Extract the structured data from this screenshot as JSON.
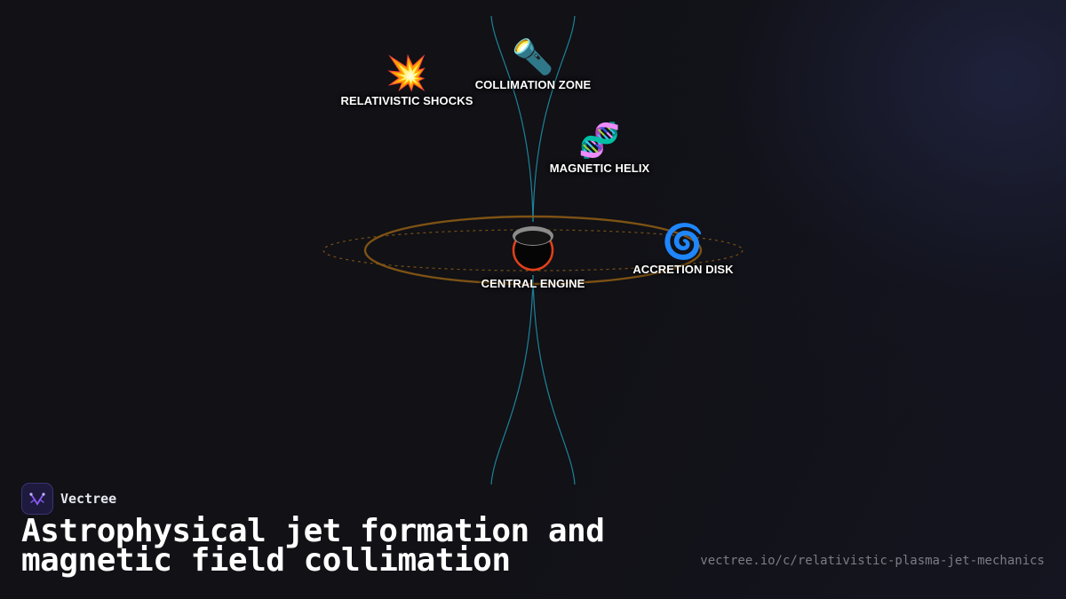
{
  "diagram": {
    "nodes": [
      {
        "id": "relativistic-shocks",
        "label": "RELATIVISTIC SHOCKS",
        "icon": "collision-icon",
        "glyph": "💥"
      },
      {
        "id": "collimation-zone",
        "label": "COLLIMATION ZONE",
        "icon": "flashlight-icon",
        "glyph": "🔦"
      },
      {
        "id": "magnetic-helix",
        "label": "MAGNETIC HELIX",
        "icon": "dna-icon",
        "glyph": "🧬"
      },
      {
        "id": "central-engine",
        "label": "CENTRAL ENGINE",
        "icon": "black-hole-icon",
        "glyph": ""
      },
      {
        "id": "accretion-disk",
        "label": "ACCRETION DISK",
        "icon": "cyclone-icon",
        "glyph": "🌀"
      }
    ],
    "colors": {
      "jet": "#1f8fa8",
      "disk": "#8a5a14",
      "engine_ring": "#e0401a"
    }
  },
  "brand": {
    "name": "Vectree",
    "icon": "vectree-logo-icon",
    "accent": "#8b5cf6"
  },
  "title": "Astrophysical jet formation and magnetic field collimation",
  "url": "vectree.io/c/relativistic-plasma-jet-mechanics"
}
